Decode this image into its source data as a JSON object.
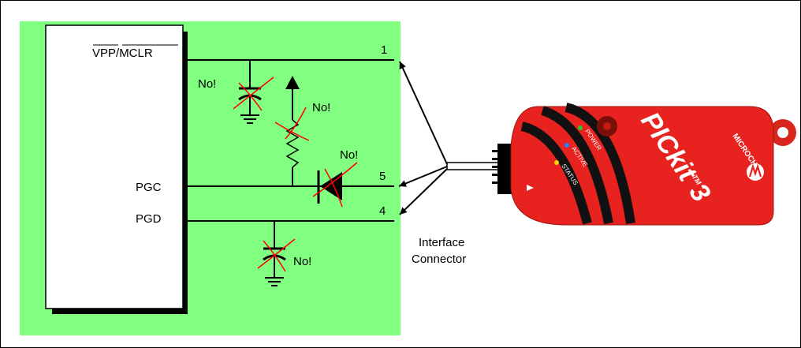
{
  "pins": {
    "vpp": "VPP",
    "slash": "/",
    "mclr": "MCLR",
    "pgc": "PGC",
    "pgd": "PGD"
  },
  "pin_numbers": {
    "p1": "1",
    "p5": "5",
    "p4": "4"
  },
  "warnings": {
    "no1": "No!",
    "no2": "No!",
    "no3": "No!",
    "no4": "No!"
  },
  "connector": {
    "line1": "Interface",
    "line2": "Connector"
  },
  "programmer": {
    "brand": "MICROCHIP",
    "name": "PICkit",
    "trademark": "TM",
    "version": "3",
    "led_power": "POWER",
    "led_active": "ACTIVE",
    "led_status": "STATUS"
  },
  "colors": {
    "board_background": "#80ff80",
    "strike_marks": "#ff0000",
    "programmer_body": "#e8231f",
    "led_power": "#22cc22",
    "led_active": "#2f7cff",
    "led_status": "#ffd400"
  }
}
